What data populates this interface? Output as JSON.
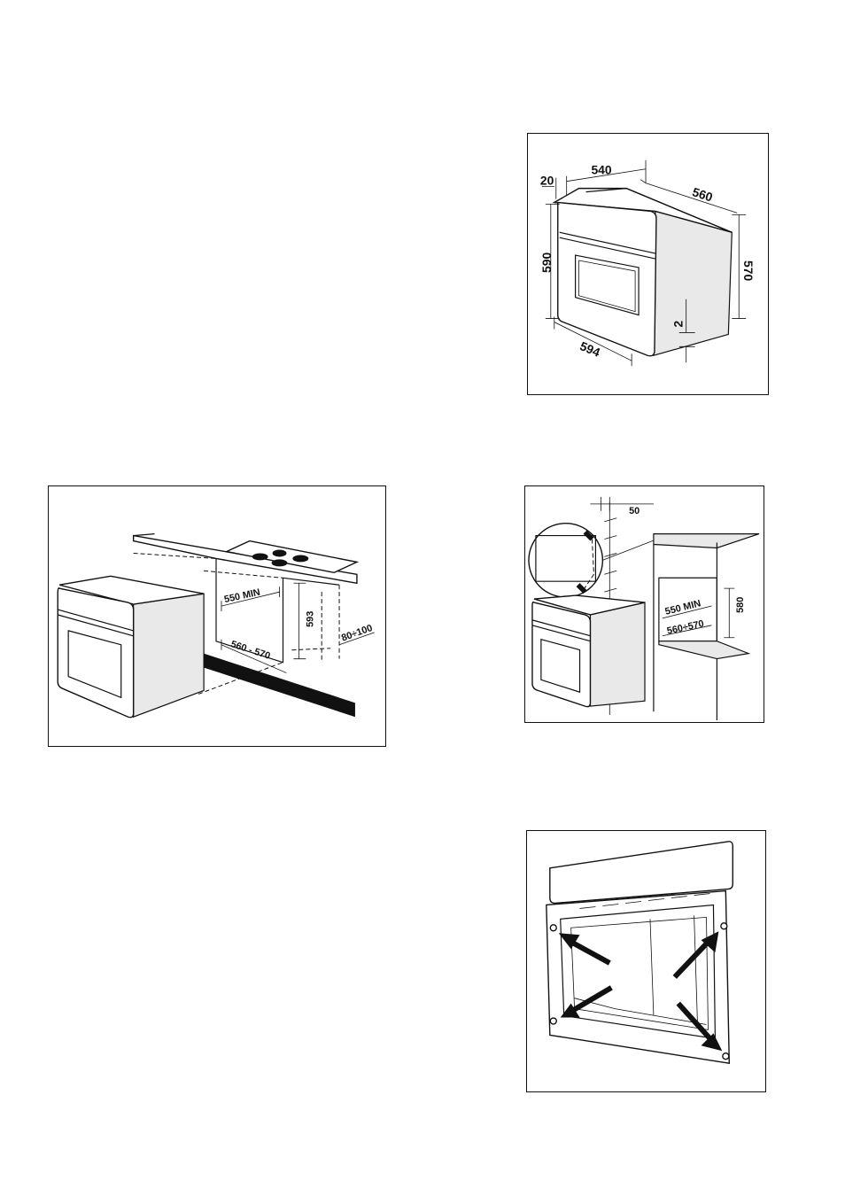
{
  "figures": {
    "oven_dimensions": {
      "labels": {
        "d20": "20",
        "d540": "540",
        "d560": "560",
        "d590": "590",
        "d570": "570",
        "d594": "594",
        "d2": "2"
      }
    },
    "under_counter": {
      "labels": {
        "d550": "550 MIN",
        "d593": "593",
        "d560_570": "560 - 570",
        "d80_100": "80÷100"
      }
    },
    "column_install": {
      "labels": {
        "d50": "50",
        "d550": "550 MIN",
        "d580": "580",
        "d560_570": "560÷570"
      }
    },
    "mounting_holes": {
      "labels": {}
    }
  }
}
